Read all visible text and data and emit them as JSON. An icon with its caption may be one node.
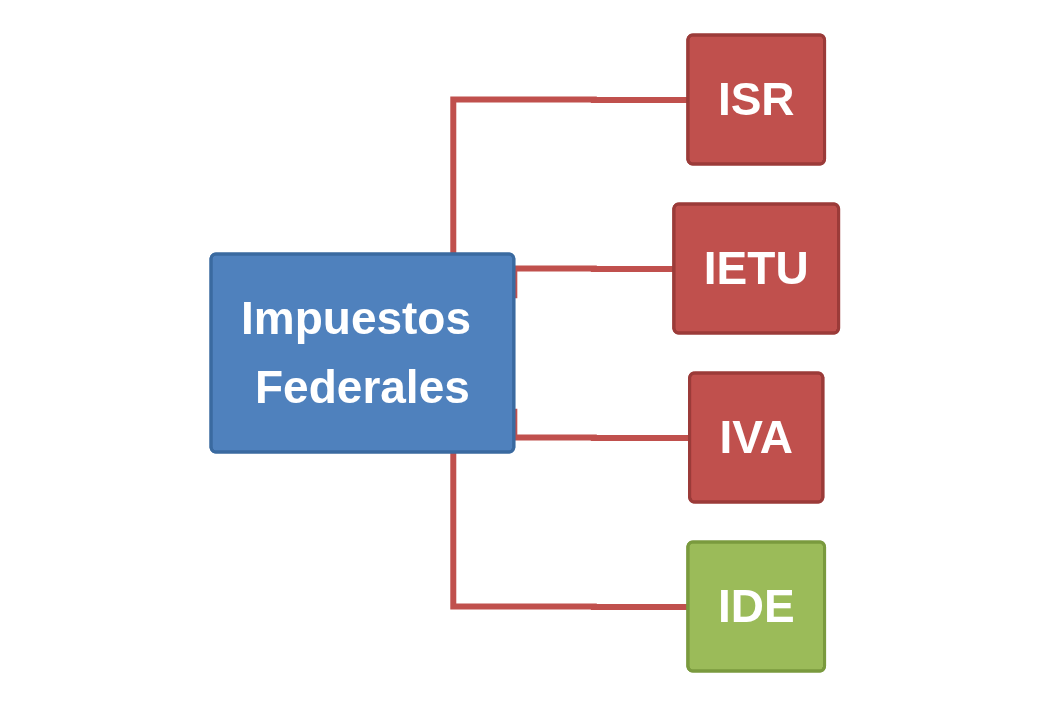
{
  "diagram": {
    "nodes": [
      {
        "text": [
          "Impuestos Federales"
        ]
      },
      {
        "text": [
          "ISR"
        ]
      },
      {
        "text": [
          "IETU"
        ]
      },
      {
        "text": [
          "IVA"
        ]
      },
      {
        "text": [
          "IDE"
        ]
      }
    ],
    "edges": [
      {
        "from": 0,
        "to": 1,
        "arrow": "none"
      },
      {
        "from": 0,
        "to": 2,
        "arrow": "none"
      },
      {
        "from": 0,
        "to": 3,
        "arrow": "none"
      },
      {
        "from": 0,
        "to": 4,
        "arrow": "none"
      }
    ]
  }
}
